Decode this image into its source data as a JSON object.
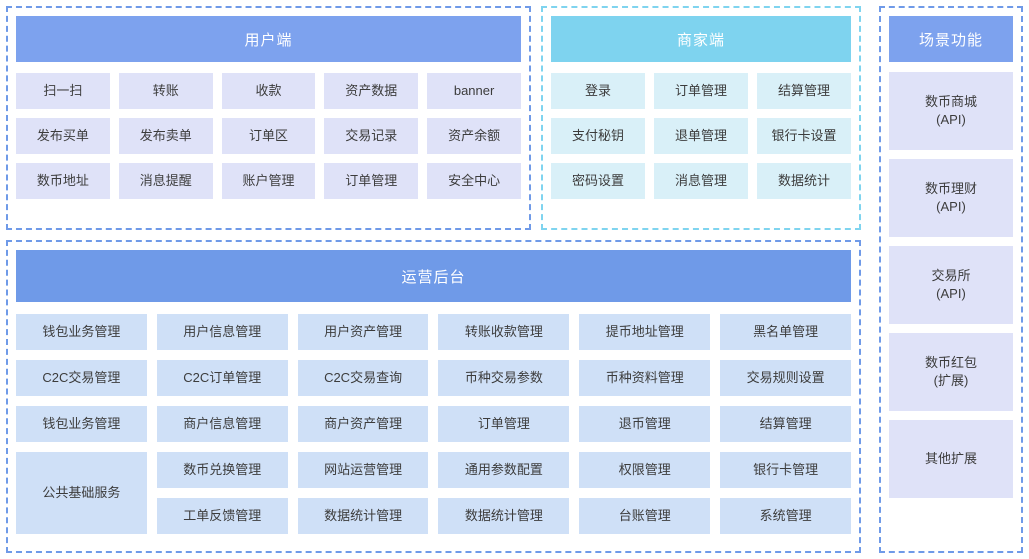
{
  "colors": {
    "header_blue": "#7da2ee",
    "header_cyan": "#7ed3ef",
    "header_backend": "#6f9ae8",
    "cell_lavender": "#dfe2f8",
    "cell_cyan": "#d9f0f8",
    "cell_blue": "#cfe0f7",
    "border_blue": "#6f9ae8",
    "border_cyan": "#7fd4ef"
  },
  "user_panel": {
    "title": "用户端",
    "items": [
      "扫一扫",
      "转账",
      "收款",
      "资产数据",
      "banner",
      "发布买单",
      "发布卖单",
      "订单区",
      "交易记录",
      "资产余额",
      "数币地址",
      "消息提醒",
      "账户管理",
      "订单管理",
      "安全中心"
    ]
  },
  "merchant_panel": {
    "title": "商家端",
    "items": [
      "登录",
      "订单管理",
      "结算管理",
      "支付秘钥",
      "退单管理",
      "银行卡设置",
      "密码设置",
      "消息管理",
      "数据统计"
    ]
  },
  "backend_panel": {
    "title": "运营后台",
    "items": [
      {
        "label": "钱包业务管理",
        "tall": false
      },
      {
        "label": "用户信息管理",
        "tall": false
      },
      {
        "label": "用户资产管理",
        "tall": false
      },
      {
        "label": "转账收款管理",
        "tall": false
      },
      {
        "label": "提币地址管理",
        "tall": false
      },
      {
        "label": "黑名单管理",
        "tall": false
      },
      {
        "label": "C2C交易管理",
        "tall": false
      },
      {
        "label": "C2C订单管理",
        "tall": false
      },
      {
        "label": "C2C交易查询",
        "tall": false
      },
      {
        "label": "币种交易参数",
        "tall": false
      },
      {
        "label": "币种资料管理",
        "tall": false
      },
      {
        "label": "交易规则设置",
        "tall": false
      },
      {
        "label": "钱包业务管理",
        "tall": false
      },
      {
        "label": "商户信息管理",
        "tall": false
      },
      {
        "label": "商户资产管理",
        "tall": false
      },
      {
        "label": "订单管理",
        "tall": false
      },
      {
        "label": "退币管理",
        "tall": false
      },
      {
        "label": "结算管理",
        "tall": false
      },
      {
        "label": "公共基础服务",
        "tall": true
      },
      {
        "label": "数币兑换管理",
        "tall": false
      },
      {
        "label": "网站运营管理",
        "tall": false
      },
      {
        "label": "通用参数配置",
        "tall": false
      },
      {
        "label": "权限管理",
        "tall": false
      },
      {
        "label": "银行卡管理",
        "tall": false
      },
      {
        "label": "工单反馈管理",
        "tall": false
      },
      {
        "label": "数据统计管理",
        "tall": false
      },
      {
        "label": "数据统计管理",
        "tall": false
      },
      {
        "label": "台账管理",
        "tall": false
      },
      {
        "label": "系统管理",
        "tall": false
      }
    ]
  },
  "sidebar_panel": {
    "title": "场景功能",
    "items": [
      "数币商城\n(API)",
      "数币理财\n(API)",
      "交易所\n(API)",
      "数币红包\n(扩展)",
      "其他扩展"
    ]
  }
}
